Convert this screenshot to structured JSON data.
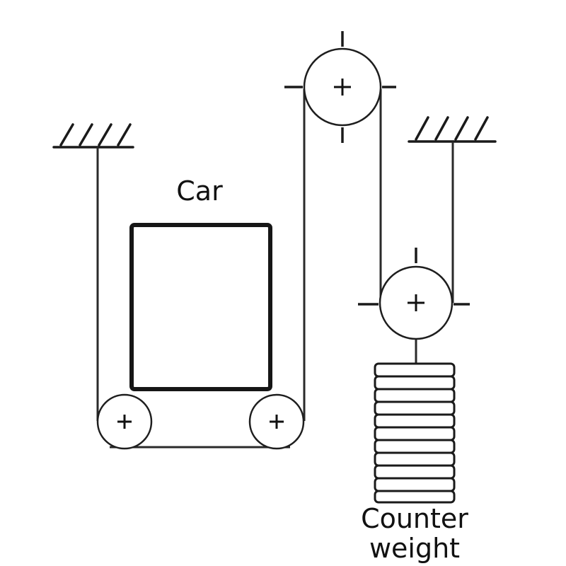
{
  "labels": {
    "car": "Car",
    "counterweight_line1": "Counter",
    "counterweight_line2": "weight"
  },
  "colors": {
    "line": "#1a1a1a",
    "background": "#ffffff"
  }
}
